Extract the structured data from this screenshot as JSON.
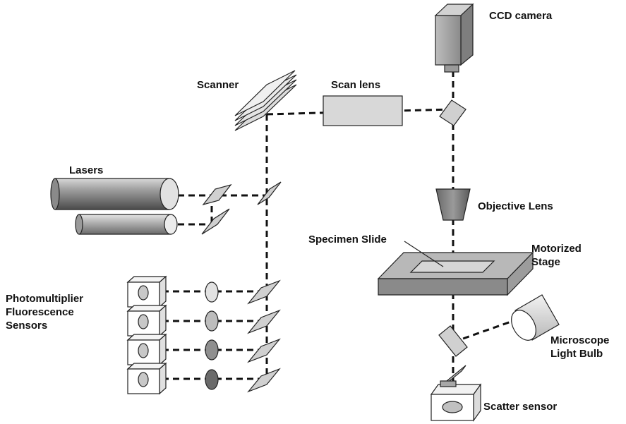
{
  "labels": {
    "ccd_camera": "CCD camera",
    "scanner": "Scanner",
    "scan_lens": "Scan lens",
    "lasers": "Lasers",
    "objective_lens": "Objective Lens",
    "specimen_slide": "Specimen Slide",
    "motorized_stage_line1": "Motorized",
    "motorized_stage_line2": "Stage",
    "pmt_line1": "Photomultiplier",
    "pmt_line2": "Fluorescence",
    "pmt_line3": "Sensors",
    "light_bulb_line1": "Microscope",
    "light_bulb_line2": "Light Bulb",
    "scatter_sensor": "Scatter sensor"
  },
  "colors": {
    "text": "#111111",
    "beam": "#111111",
    "component_gray": "#a8a8a8",
    "filter_1": "#e2e2e2",
    "filter_2": "#bdbdbd",
    "filter_3": "#8f8f8f",
    "filter_4": "#6a6a6a"
  }
}
